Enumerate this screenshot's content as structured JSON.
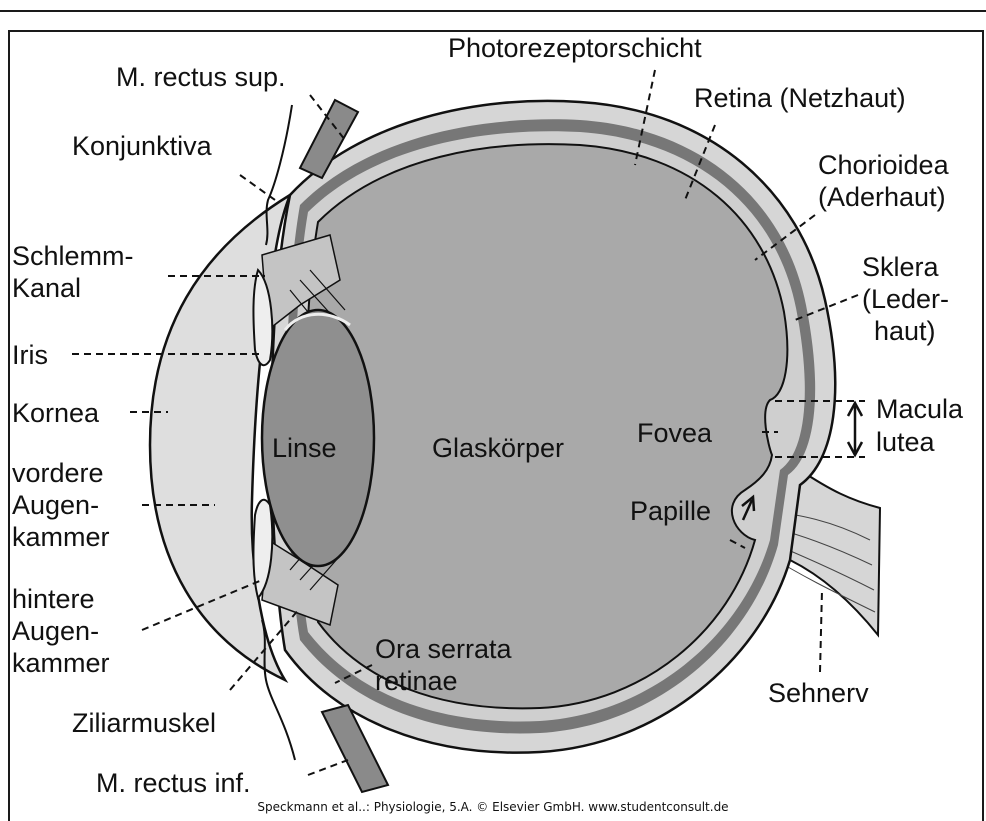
{
  "labels": {
    "photorezeptorschicht": "Photorezeptorschicht",
    "m_rectus_sup": "M. rectus sup.",
    "retina": "Retina (Netzhaut)",
    "konjunktiva": "Konjunktiva",
    "chorioidea_1": "Chorioidea",
    "chorioidea_2": "(Aderhaut)",
    "schlemm_1": "Schlemm-",
    "schlemm_2": "Kanal",
    "sklera_1": "Sklera",
    "sklera_2": "(Leder-",
    "sklera_3": "haut)",
    "iris": "Iris",
    "kornea": "Kornea",
    "macula_1": "Macula",
    "macula_2": "lutea",
    "linse": "Linse",
    "glaskoerper": "Glaskörper",
    "fovea": "Fovea",
    "vordere_1": "vordere",
    "vordere_2": "Augen-",
    "vordere_3": "kammer",
    "papille": "Papille",
    "hintere_1": "hintere",
    "hintere_2": "Augen-",
    "hintere_3": "kammer",
    "ora_1": "Ora serrata",
    "ora_2": "retinae",
    "sehnerv": "Sehnerv",
    "ziliarmuskel": "Ziliarmuskel",
    "m_rectus_inf": "M. rectus inf."
  },
  "credit": "Speckmann et al..: Physiologie, 5.A. © Elsevier GmbH. www.studentconsult.de",
  "colors": {
    "vitreous": "#a9a9a9",
    "lens": "#8f8f8f",
    "sclera": "#d6d6d6",
    "choroid": "#6f6f6f",
    "anterior_chamber": "#dedede",
    "muscle": "#8a8a8a",
    "outline": "#111111"
  }
}
